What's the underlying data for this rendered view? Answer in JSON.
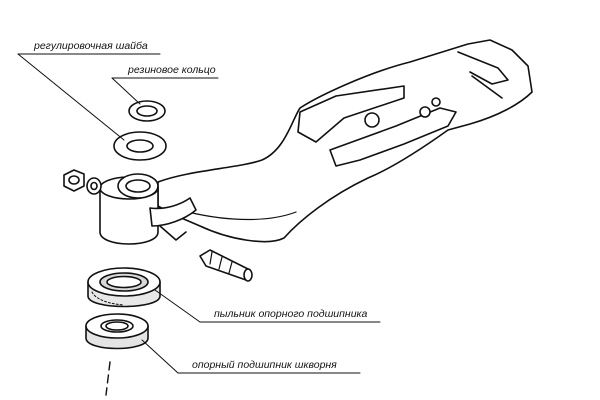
{
  "labels": {
    "adjusting_washer": "регулировочная шайба",
    "rubber_ring": "резиновое кольцо",
    "bearing_dust_cover": "пыльник опорного подшипника",
    "kingpin_bearing": "опорный подшипник шкворня"
  }
}
